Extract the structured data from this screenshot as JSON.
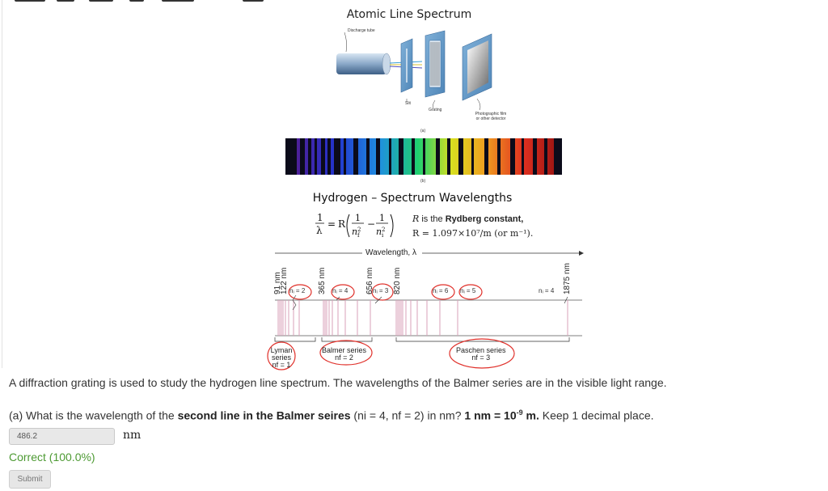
{
  "figure": {
    "title": "Atomic Line Spectrum",
    "apparatus_labels": {
      "discharge_tube": "Discharge tube",
      "slit": "Slit",
      "grating": "Grating",
      "detector": "Photographic film or other detector",
      "part_a": "(a)",
      "part_b": "(b)"
    },
    "spectrum_title": "Hydrogen – Spectrum Wavelengths",
    "formula_lhs": "1/λ = R",
    "rydberg_line1_symbol": "R",
    "rydberg_line1_text": "is the",
    "rydberg_line1_bold": "Rydberg constant,",
    "rydberg_line2": "R = 1.097×10⁷/m (or m⁻¹).",
    "wavelength_label": "Wavelength, λ",
    "nm_marks": [
      "91 nm",
      "122 nm",
      "365 nm",
      "656 nm",
      "820 nm",
      "1875 nm"
    ],
    "ni_labels": [
      "nᵢ = 2",
      "nᵢ = 4",
      "nᵢ = 3",
      "nᵢ = 6",
      "nᵢ = 5",
      "nᵢ = 4"
    ],
    "series": {
      "lyman": {
        "name": "Lyman series",
        "nf": "nf = 1"
      },
      "balmer": {
        "name": "Balmer series",
        "nf": "nf = 2"
      },
      "paschen": {
        "name": "Paschen series",
        "nf": "nf = 3"
      }
    },
    "colors": {
      "highlight": "#e0302a",
      "line": "#d8a0b8"
    }
  },
  "question": {
    "intro": "A diffraction grating is used to study the hydrogen line spectrum. The wavelengths of the Balmer series are in the visible light range.",
    "part_a_prefix": "(a) What is the wavelength of the ",
    "part_a_bold": "second line in the Balmer seires",
    "part_a_mid": " (ni = 4, nf = 2) in nm? ",
    "part_a_bold2": "1 nm = 10",
    "part_a_exp": "-9",
    "part_a_bold3": " m.",
    "part_a_suffix": " Keep 1 decimal place.",
    "answer_value": "486.2",
    "unit": "nm",
    "status": "Correct (100.0%)",
    "submit_label": "Submit"
  }
}
